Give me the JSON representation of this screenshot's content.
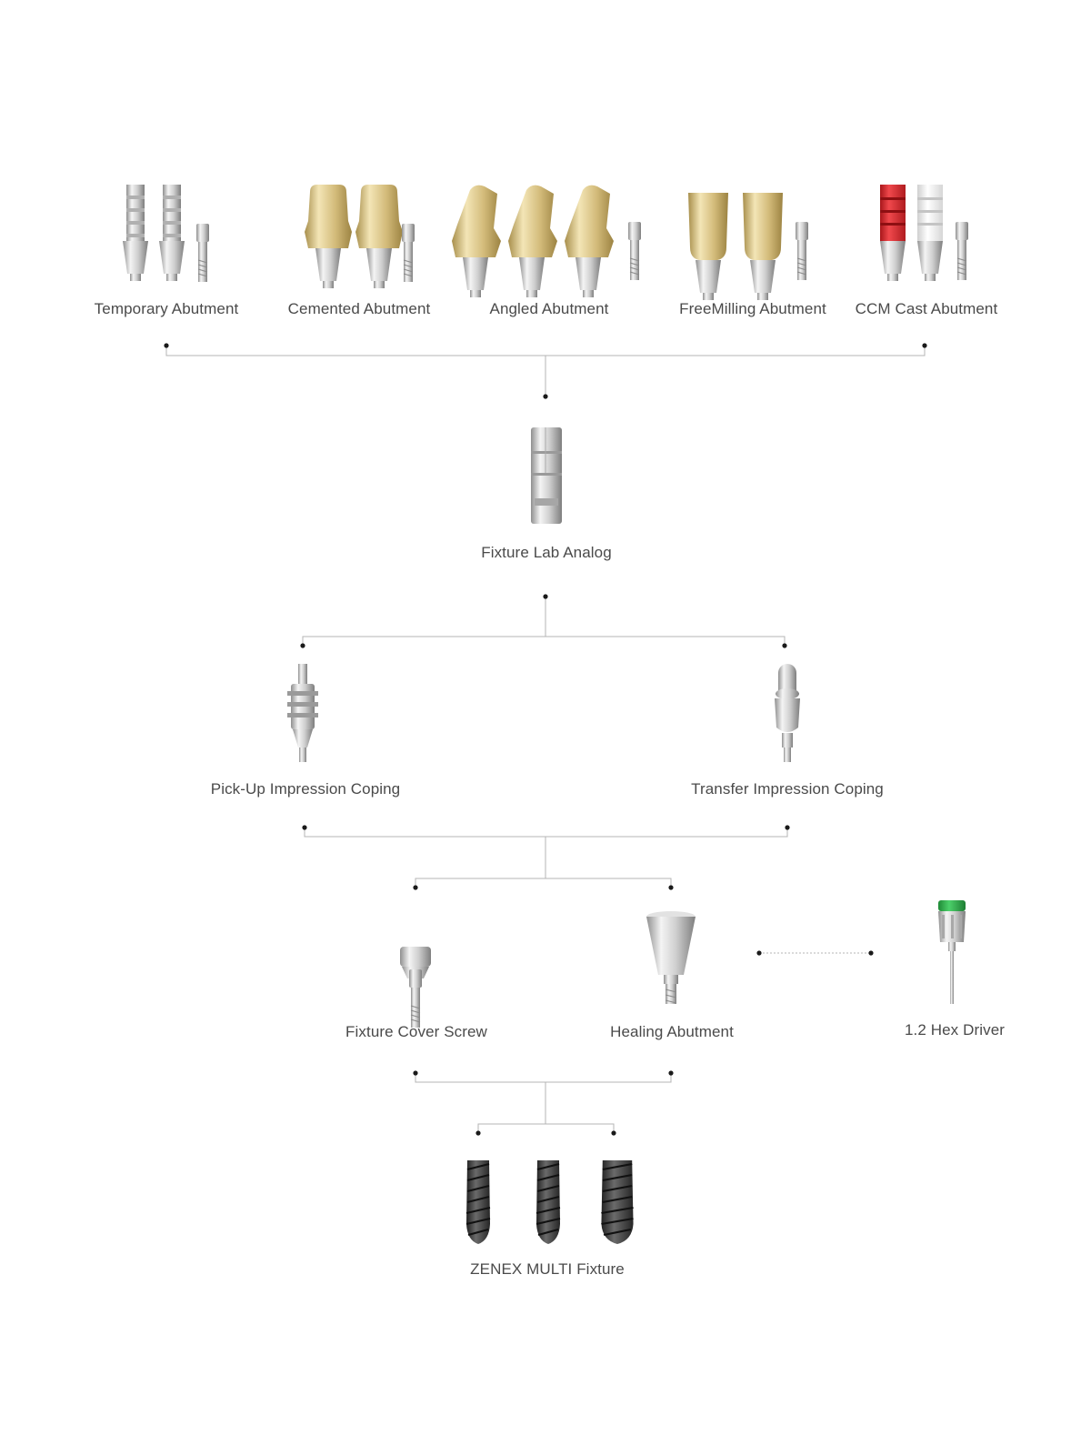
{
  "colors": {
    "line": "#b4b4b4",
    "dot": "#1a1a1a",
    "silver_light": "#f2f2f2",
    "silver_mid": "#c8c8c8",
    "silver_dark": "#8a8a8a",
    "gold_light": "#f1e2b0",
    "gold_mid": "#d6bf80",
    "gold_dark": "#a88f4c",
    "red": "#d9262b",
    "white_cap": "#fafafa",
    "green": "#2fae4a",
    "fixture_dark": "#3d3d3d"
  },
  "abutments": {
    "temporary": "Temporary Abutment",
    "cemented": "Cemented Abutment",
    "angled": "Angled Abutment",
    "freemilling": "FreeMilling Abutment",
    "ccm": "CCM Cast Abutment"
  },
  "lab_analog": "Fixture Lab Analog",
  "copings": {
    "pickup": "Pick-Up Impression Coping",
    "transfer": "Transfer Impression Coping"
  },
  "healing": {
    "cover_screw": "Fixture Cover Screw",
    "healing_abutment": "Healing Abutment",
    "hex_driver": "1.2 Hex Driver"
  },
  "fixture": "ZENEX MULTI Fixture",
  "icons": [
    "abutment-icon",
    "screw-icon",
    "lab-analog-icon",
    "impression-coping-icon",
    "healing-abutment-icon",
    "hex-driver-icon",
    "implant-fixture-icon"
  ]
}
